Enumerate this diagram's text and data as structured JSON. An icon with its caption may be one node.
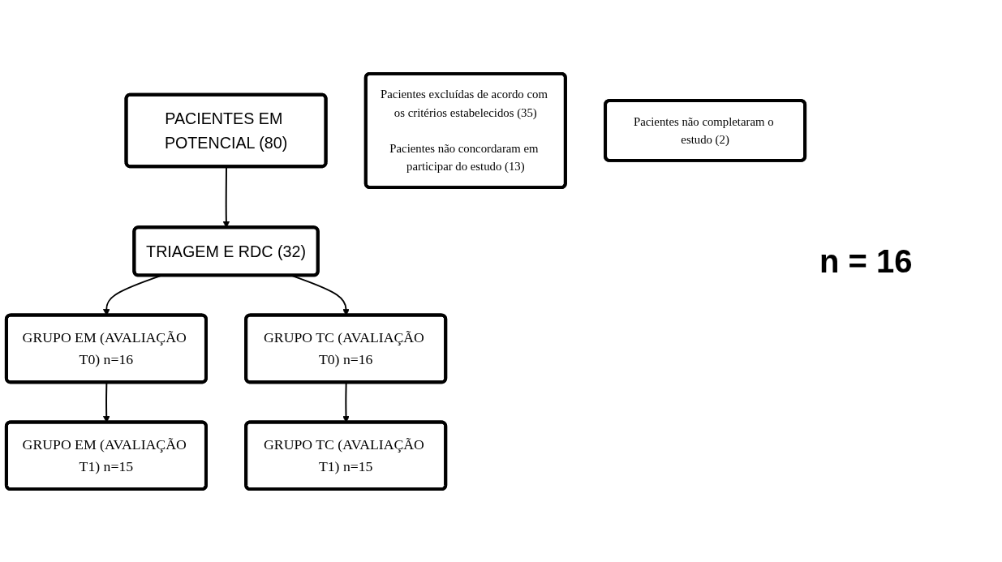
{
  "diagram": {
    "nodes": [
      {
        "text": [
          "PACIENTES EM POTENCIAL (80)"
        ]
      },
      {
        "text": [
          "TRIAGEM E RDC (32)"
        ]
      },
      {
        "text": [
          "Pacientes excluídas de acordo com os critérios estabelecidos (35)",
          "Pacientes não concordaram em participar do estudo (13)"
        ]
      },
      {
        "text": [
          "GRUPO EM (AVALIAÇÃO T0) n=16"
        ]
      },
      {
        "text": [
          "GRUPO TC (AVALIAÇÃO T0) n=16"
        ]
      },
      {
        "text": [
          "Pacientes não completaram o estudo (2)"
        ]
      },
      {
        "text": [
          "GRUPO EM (AVALIAÇÃO T1) n=15"
        ]
      },
      {
        "text": [
          "GRUPO TC (AVALIAÇÃO T1) n=15"
        ]
      }
    ],
    "edges": [
      {
        "from": 0,
        "to": 1,
        "arrow": "to"
      },
      {
        "from": 1,
        "to": 3,
        "arrow": "to"
      },
      {
        "from": 1,
        "to": 4,
        "arrow": "to"
      },
      {
        "from": 3,
        "to": 6,
        "arrow": "to"
      },
      {
        "from": 4,
        "to": 7,
        "arrow": "to"
      }
    ],
    "labels": [
      "n = 16"
    ]
  }
}
